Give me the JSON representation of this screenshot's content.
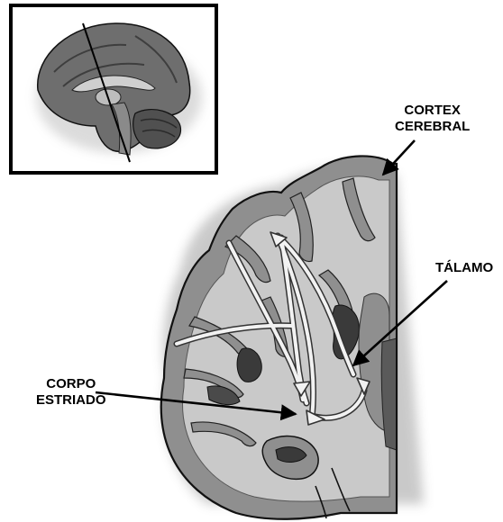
{
  "labels": {
    "cortex_line1": "CORTEX",
    "cortex_line2": "CEREBRAL",
    "talamo": "TÁLAMO",
    "corpo_line1": "CORPO",
    "corpo_line2": "ESTRIADO"
  },
  "colors": {
    "background": "#ffffff",
    "outline": "#000000",
    "gray_matter": "#8f8f8f",
    "white_matter": "#c9c9c9",
    "ventricle": "#3a3a3a",
    "pathway": "#f2f2f2"
  },
  "icons": {
    "inset": "sagittal-brain-section",
    "main": "coronal-brain-section"
  }
}
